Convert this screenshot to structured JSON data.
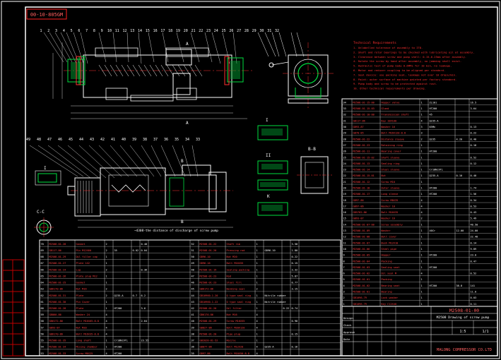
{
  "drawing": {
    "code_box": "00-10-805GM",
    "title_cn": "M2508 Drawing of screw pump",
    "drawing_no": "M2508-01-00",
    "company": "MALONG COMPRESSOR CO.LTD",
    "section_cc": "C-C",
    "section_bb": "B-B",
    "dim_bottom": "~4308-the distance of discharge of screw pump"
  },
  "notes": {
    "heading": "Technical Requirements",
    "lines": [
      "1. Unlabelled tolerance of assembly to IT8.",
      "2. Shaft and rotor bearings to be checked with lubricating oil at assembly.",
      "3. Clearance between screw and pump shell: 0.15-0.25mm after assembly.",
      "4. Rotate the screw by hand after assembly, no jamming shall exist.",
      "5. Hydraulic test of pump body 0.6MPa for 10 min, no leakage.",
      "6. Motor and reducer coupling to be aligned per standard.",
      "7. Seal device: use packing seal, leakage not over 10 drops/min.",
      "8. Paint: outer surface of machine painted per factory standard.",
      "9. Pump body and screw to be protected against rust.",
      "10. Other technical requirements per drawing."
    ]
  },
  "balloons_top": [
    "1",
    "2",
    "3",
    "4",
    "5",
    "6",
    "7",
    "8",
    "9",
    "10",
    "11",
    "12",
    "13",
    "14",
    "15",
    "16",
    "17",
    "18",
    "19",
    "20",
    "21",
    "22",
    "23",
    "24",
    "25",
    "26",
    "27",
    "28",
    "29",
    "30",
    "31",
    "32"
  ],
  "balloons_mid": [
    "49",
    "48",
    "47",
    "46",
    "45",
    "44",
    "43",
    "42",
    "41",
    "40",
    "39",
    "38",
    "37",
    "36",
    "35",
    "34",
    "33"
  ],
  "right_table": [
    [
      "34",
      "M2508-01-15-00",
      "Hopper valve",
      "1",
      "ZL101",
      "",
      "16.5"
    ],
    [
      "33",
      "M2508-01-15-03",
      "Gland",
      "1",
      "HT200",
      "",
      "3.64"
    ],
    [
      "32",
      "M2508-01-10-00",
      "Transmission shaft",
      "1",
      "45",
      "",
      ""
    ],
    [
      "31",
      "GB117-86",
      "Key 18X100",
      "4",
      "Q235-A",
      "",
      ""
    ],
    [
      "30",
      "GB93-87",
      "Washer 16",
      "3",
      "65Mn",
      "",
      "0.13"
    ],
    [
      "29",
      "GB70-85",
      "Bolt M16X120-8.8",
      "3",
      "",
      "",
      "0.22"
    ],
    [
      "28",
      "M2508-01-22",
      "Distance sleeve",
      "2",
      "Q235",
      "4.20",
      "8.40"
    ],
    [
      "27",
      "M2508-01-23",
      "Retaining ring",
      "1",
      "",
      "",
      "0.18"
    ],
    [
      "26",
      "M2508-01-11",
      "Bearing cover",
      "1",
      "HT200",
      "",
      ""
    ],
    [
      "25",
      "M2508-01-15-02",
      "Shaft sleeve",
      "1",
      "",
      "",
      "0.52"
    ],
    [
      "24",
      "M2508-01-13",
      "Sealing ring",
      "1",
      "",
      "",
      "0.12"
    ],
    [
      "23",
      "M2508-01-14",
      "Steel sleeve",
      "1",
      "Cr18Ni9Ti",
      "",
      ""
    ],
    [
      "22",
      "M2508-01-15-01",
      "Nut",
      "1",
      "Q235-A",
      "0.10",
      "0.40"
    ],
    [
      "21",
      "M2508-01-12",
      "Screw M10",
      "1",
      "",
      "",
      ""
    ],
    [
      "20",
      "M2508-01-18",
      "Outer sleeve",
      "1",
      "HT200",
      "",
      "1.74"
    ],
    [
      "19",
      "M2508-01-17",
      "Long sleeve",
      "1",
      "HT200",
      "",
      "1.56"
    ],
    [
      "18",
      "GB97-86",
      "Screw M8X35",
      "4",
      "",
      "",
      "0.34"
    ],
    [
      "17",
      "GB97-86",
      "Washer 10",
      "4",
      "",
      "",
      "0.53"
    ],
    [
      "16",
      "GB5782-86",
      "Bolt M16X35",
      "4",
      "",
      "",
      "0.43"
    ],
    [
      "15",
      "GB93-87",
      "Washer 16",
      "2",
      "",
      "",
      "5.49"
    ],
    [
      "14",
      "M2508-01-07-00",
      "Screw assembly",
      "1",
      "",
      "",
      "40.50"
    ],
    [
      "13",
      "M2508-01-09",
      "Washer",
      "1",
      "40Cr",
      "12.00",
      "24.00"
    ],
    [
      "12",
      "M2508-01-08",
      "Bolt cover",
      "1",
      "",
      "",
      "22.48"
    ],
    [
      "11",
      "M2508-01-07",
      "Bush M12X10",
      "1",
      "",
      "",
      "0.14"
    ],
    [
      "10",
      "M2508-01-06",
      "Steel pipe",
      "1",
      "",
      "",
      "9.89"
    ],
    [
      "9",
      "M2508-01-05",
      "Hopper",
      "1",
      "HT200",
      "",
      "23.0"
    ],
    [
      "8",
      "M2508-01-04",
      "Packing",
      "1",
      "",
      "",
      "0.47"
    ],
    [
      "7",
      "M2508-01-03",
      "Sealing seat",
      "1",
      "HT200",
      "",
      ""
    ],
    [
      "6",
      "M2508-01-02",
      "Oil seal M",
      "4",
      "",
      "",
      "0.52"
    ],
    [
      "5",
      "M2508-01-01",
      "Packing",
      "1",
      "",
      "",
      ""
    ],
    [
      "4",
      "M2508-01-02",
      "Bearing seat",
      "1",
      "HT200",
      "38.8",
      "141"
    ],
    [
      "3",
      "M2508-01-01",
      "Bearing",
      "1",
      "",
      "",
      "11.0"
    ],
    [
      "2",
      "GB1096-79",
      "Lock washer",
      "1",
      "",
      "",
      "0.03"
    ],
    [
      "1",
      "GB1096-79",
      "Key C12X40",
      "1",
      "",
      "",
      "0.11"
    ]
  ],
  "bottom_table": [
    [
      "70",
      "M2508-01-28",
      "Gasket",
      "2",
      "",
      "",
      "0.48",
      "52",
      "M2508-01-22",
      "Shaft rim",
      "1",
      "",
      "",
      "3.58"
    ],
    [
      "69",
      "GB117-86",
      "Pin M12X60",
      "2",
      "35",
      "0.02",
      "0.04",
      "51",
      "M2508-01-20",
      "Pressing rod",
      "1",
      "GB96-10",
      "",
      "1.80"
    ],
    [
      "68",
      "M2508-01-29",
      "Oil filler cap",
      "1",
      "",
      "",
      "",
      "50",
      "GB96-10",
      "Nut M20",
      "1",
      "",
      "",
      "0.22"
    ],
    [
      "67",
      "M2508-01-27",
      "Plate 1X2",
      "1",
      "",
      "",
      "",
      "49",
      "GB96-16",
      "Bolt M16X55",
      "1",
      "",
      "",
      "0.15"
    ],
    [
      "66",
      "M2508-01-24",
      "Lug",
      "2",
      "",
      "",
      "0.36",
      "48",
      "M2508-01-19",
      "Sealing packing",
      "1",
      "",
      "",
      "3.32"
    ],
    [
      "65",
      "M2508-01-26",
      "Plate plug M12",
      "1",
      "",
      "",
      "",
      "47",
      "M2508-01-23",
      "Rod",
      "1",
      "",
      "",
      "5.87"
    ],
    [
      "64",
      "M2508-01-25",
      "Gasket",
      "1",
      "",
      "",
      "",
      "46",
      "M2508-01-23",
      "Steel fill",
      "1",
      "",
      "",
      "0.77"
    ],
    [
      "63",
      "GB6170-86",
      "Nut M16",
      "2",
      "",
      "",
      "",
      "45",
      "GB6172-86",
      "Bending seal",
      "2",
      "",
      "",
      "3.15"
    ],
    [
      "62",
      "M2508-01-31",
      "Plate",
      "2",
      "Q235-A",
      "0.7",
      "6.2",
      "44",
      "GB10960-1-20",
      "O type seal ring",
      "1",
      "Nitrile rubber",
      "",
      ""
    ],
    [
      "61",
      "M2508-01-30",
      "Pin Cover",
      "1",
      "",
      "",
      "",
      "43",
      "GB10960-1-22",
      "O type seal ring",
      "1",
      "Nitrile rubber",
      "",
      ""
    ],
    [
      "60",
      "M2508-01-28",
      "Plate",
      "1",
      "HT200",
      "",
      "3.6",
      "42",
      "M2508-01-20",
      "Oil filter",
      "1",
      "",
      "0.22",
      "0.74"
    ],
    [
      "59",
      "GB860-86",
      "Washer 24",
      "4",
      "",
      "",
      "",
      "41",
      "GB6170-86",
      "Nut M16",
      "4",
      "",
      "",
      ""
    ],
    [
      "58",
      "GB6172-86",
      "Bolt M16X65-8.8",
      "4",
      "",
      "",
      "2.64",
      "40",
      "M2508-01-29",
      "Screw M16X55",
      "4",
      "",
      "",
      "0.98"
    ],
    [
      "57",
      "GB93-87",
      "Nut M20",
      "4",
      "",
      "",
      "",
      "39",
      "GB827-86",
      "Bolt M20X120",
      "4",
      "",
      "",
      ""
    ],
    [
      "56",
      "GB6170-86",
      "Bolt M16X35-8.8",
      "4",
      "",
      "",
      "",
      "38",
      "M2508-01-20",
      "Pipe plug",
      "1",
      "",
      "",
      "0.15"
    ],
    [
      "55",
      "M2508-01-35",
      "Long shaft",
      "1",
      "Cr18Ni9Ti",
      "",
      "23.55",
      "37",
      "GB2028-81-52",
      "Nozzle",
      "1",
      "",
      "",
      ""
    ],
    [
      "54",
      "M2508-01-34",
      "Mixing chamber",
      "1",
      "HT200",
      "",
      "",
      "36",
      "GB877-86",
      "Bolt M12X20",
      "4",
      "Q235-A",
      "",
      "0.16"
    ],
    [
      "53",
      "M2508-01-33",
      "Screw M6X25",
      "4",
      "HT200",
      "",
      "",
      "35",
      "GB97-86",
      "Bolt M10X50-8.8",
      "4",
      "",
      "",
      ""
    ]
  ],
  "left_strip": [
    "",
    "",
    "",
    "",
    "",
    "",
    ""
  ],
  "title_block": {
    "rows": [
      "Design",
      "Check",
      "Approve",
      "Date"
    ],
    "scale": "1:5",
    "sheet": "1/1"
  }
}
